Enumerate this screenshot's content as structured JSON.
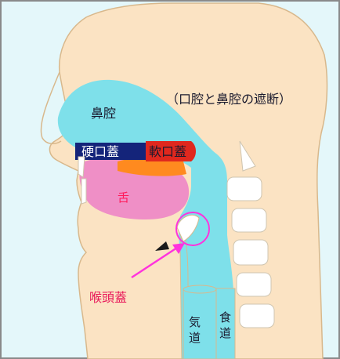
{
  "labels": {
    "nasal_cavity": "鼻腔",
    "caption": "（口腔と鼻腔の遮断）",
    "hard_palate": "硬口蓋",
    "soft_palate": "軟口蓋",
    "tongue": "舌",
    "epiglottis": "喉頭蓋",
    "trachea_1": "気",
    "trachea_2": "道",
    "esophagus_1": "食",
    "esophagus_2": "道"
  },
  "colors": {
    "background": "#e4f7fa",
    "border": "#8a8a8a",
    "skin": "#fbe3c3",
    "skin_outline": "#d8b88c",
    "airway": "#7ee0ea",
    "hard_palate": "#14247a",
    "soft_palate": "#e0281e",
    "orange_band": "#ff8a1f",
    "tongue": "#ef8fc6",
    "vertebra": "#ffffff",
    "vertebra_outline": "#cfc5b0",
    "highlight_circle": "#ff33dd",
    "arrow": "#ff33dd",
    "epiglottis_label": "#e8185a",
    "text_default": "#1a1a2e",
    "text_on_dark": "#ffffff",
    "tongue_label": "#ff1a5a"
  },
  "icons": {
    "highlight": "circle-outline-icon",
    "pointer": "arrow-icon"
  }
}
